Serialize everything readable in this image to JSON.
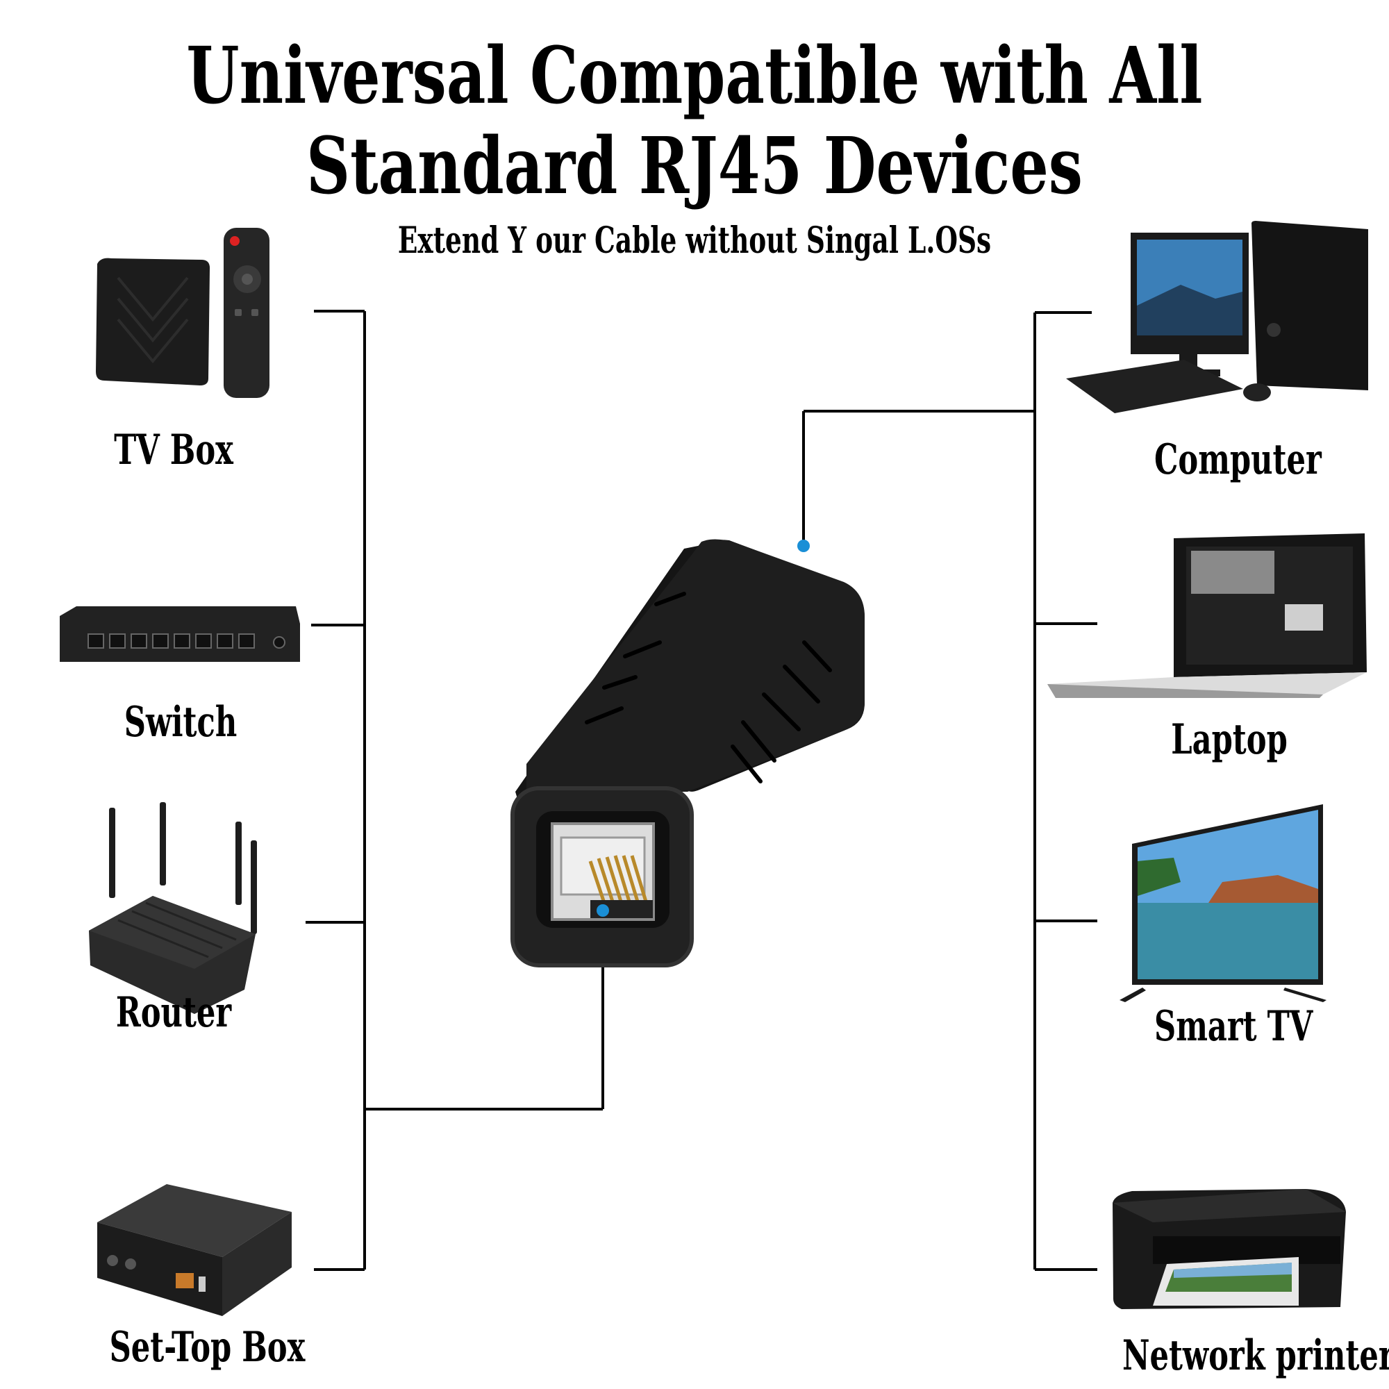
{
  "title": {
    "line1": "Universal Compatible with All",
    "line2": "Standard RJ45 Devices",
    "subtitle": "Extend Y our Cable without Singal L.OSs"
  },
  "devices_left": [
    {
      "label": "TV Box",
      "icon": "tv-box-icon"
    },
    {
      "label": "Switch",
      "icon": "network-switch-icon"
    },
    {
      "label": "Router",
      "icon": "wifi-router-icon"
    },
    {
      "label": "Set-Top Box",
      "icon": "set-top-box-icon"
    }
  ],
  "devices_right": [
    {
      "label": "Computer",
      "icon": "desktop-computer-icon"
    },
    {
      "label": "Laptop",
      "icon": "laptop-icon"
    },
    {
      "label": "Smart TV",
      "icon": "smart-tv-icon"
    },
    {
      "label": "Network printers",
      "icon": "printer-icon"
    }
  ],
  "center": {
    "icon": "rj45-coupler-icon"
  },
  "colors": {
    "line": "#000000",
    "dot": "#1a8fd6",
    "device": "#1c1c1c",
    "background": "#ffffff"
  }
}
